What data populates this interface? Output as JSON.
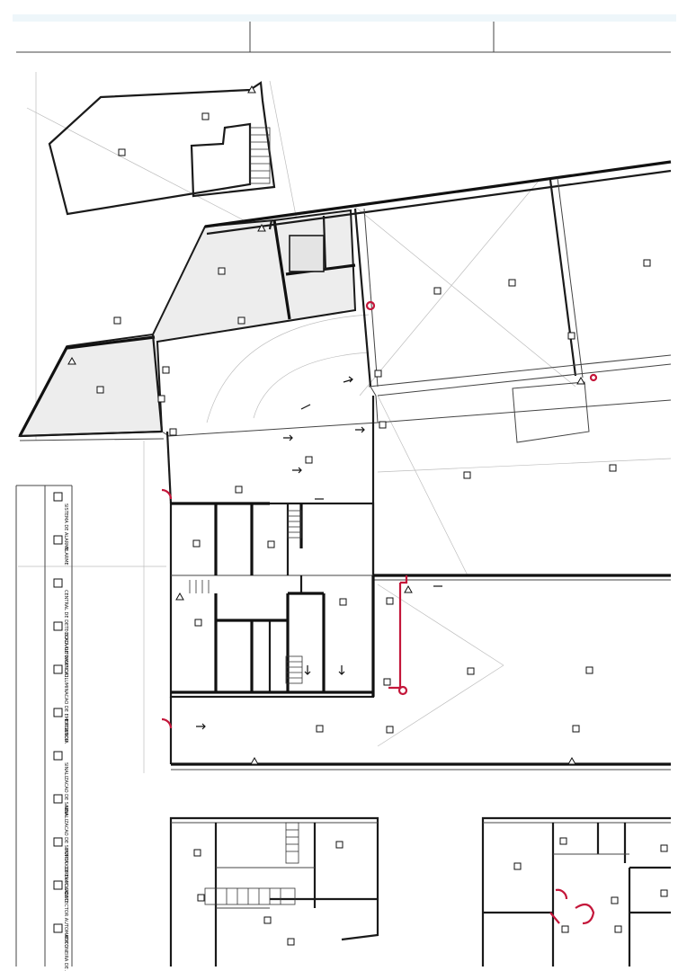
{
  "legend": {
    "items": [
      {
        "symbol": "alarm-triangle-icon",
        "label": "SISTEMA DE ALARME"
      },
      {
        "symbol": "alarm-triangle-icon",
        "label": "ALARME"
      },
      {
        "symbol": "panel-icon",
        "label": "CENTRAL DE DETECCAO AUTOMATICA"
      },
      {
        "symbol": "fire-icon",
        "label": "BOCA DE INCENDIO"
      },
      {
        "symbol": "light-icon",
        "label": "ILUMINACAO DE EMERGENCIA"
      },
      {
        "symbol": "extinguisher-icon",
        "label": "EXTINTOR"
      },
      {
        "symbol": "exit-sign-icon",
        "label": "SINALIZACAO DE SAIDA"
      },
      {
        "symbol": "exit-sign-icon",
        "label": "SINALIZACAO DE SENTIDO DE EVACUACAO"
      },
      {
        "symbol": "door-icon",
        "label": "PORTA CORTA-FOGO"
      },
      {
        "symbol": "detector-icon",
        "label": "DETECTOR AUTOMATICO"
      },
      {
        "symbol": "button-icon",
        "label": "BOTONEIRA DE ALARME"
      }
    ]
  },
  "colors": {
    "wall": "#1a1a1a",
    "shaded_area": "#ededed",
    "fire_door": "#c4163a",
    "faint_line": "#bdbdbd"
  }
}
